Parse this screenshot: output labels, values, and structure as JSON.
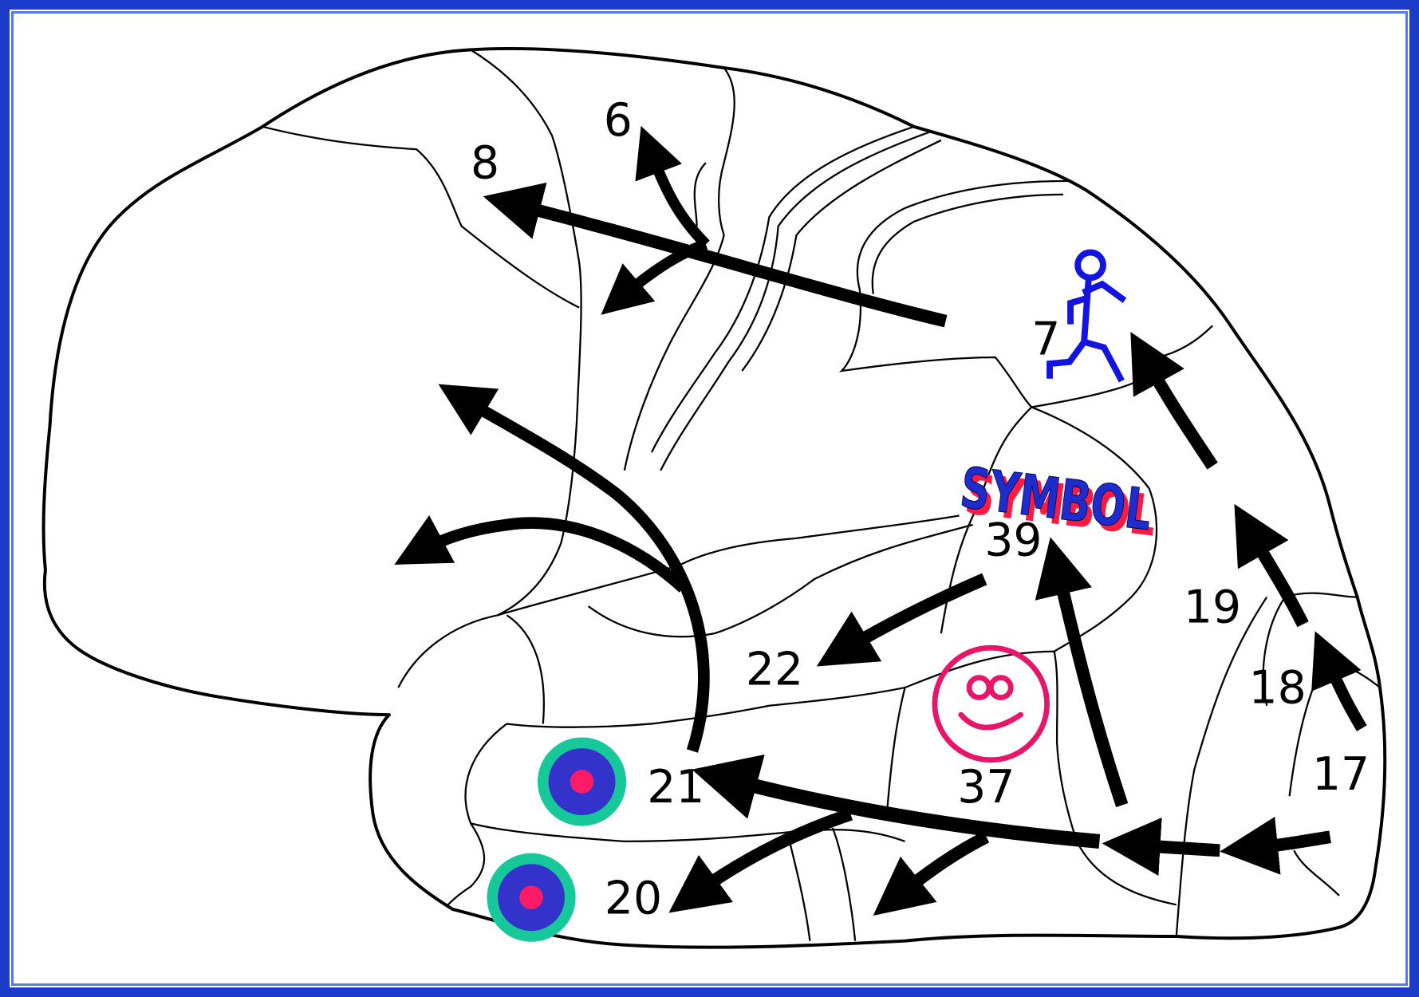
{
  "diagram": {
    "area_labels": {
      "a6": "6",
      "a8": "8",
      "a7": "7",
      "a39": "39",
      "a19": "19",
      "a22": "22",
      "a18": "18",
      "a17": "17",
      "a21": "21",
      "a37": "37",
      "a20": "20"
    },
    "symbol_word": "SYMBOL",
    "icons": [
      "running-person-icon",
      "smiley-face-icon",
      "target-icon",
      "target-icon"
    ],
    "colors": {
      "frame": "#1a3cc8",
      "outline": "#000000",
      "runner": "#1414e0",
      "symbol_fill": "#1e2ccc",
      "symbol_shadow": "#ff1a40",
      "smiley": "#e8166a",
      "target_outer": "#17c99a",
      "target_middle": "#3333cc",
      "target_center": "#ff1a66"
    }
  }
}
